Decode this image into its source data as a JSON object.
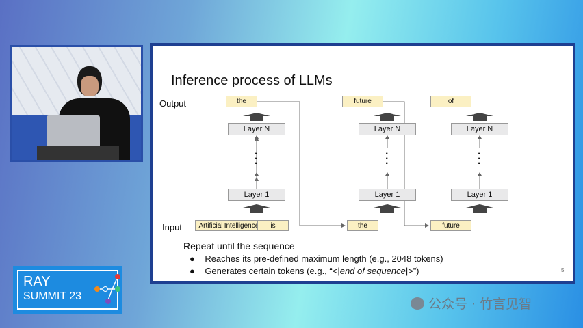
{
  "slide": {
    "title": "Inference process of LLMs",
    "output_label": "Output",
    "input_label": "Input",
    "columns": [
      {
        "output": "the",
        "layer_top": "Layer N",
        "layer_bottom": "Layer 1",
        "inputs": [
          "Artificial",
          "Intelligence",
          "is"
        ]
      },
      {
        "output": "future",
        "layer_top": "Layer N",
        "layer_bottom": "Layer 1",
        "inputs": [
          "the"
        ]
      },
      {
        "output": "of",
        "layer_top": "Layer N",
        "layer_bottom": "Layer 1",
        "inputs": [
          "future"
        ]
      }
    ],
    "repeat_text": "Repeat until the sequence",
    "bullets": [
      {
        "text": "Reaches its pre-defined maximum length (e.g., 2048 tokens)"
      },
      {
        "prefix": "Generates certain tokens (e.g., “<|",
        "italic": "end of sequence",
        "suffix": "|>”)"
      }
    ],
    "page_number": "5"
  },
  "logo": {
    "line1": "RAY",
    "line2": "SUMMIT",
    "year": "23"
  },
  "watermark": "公众号 · 竹言见智"
}
